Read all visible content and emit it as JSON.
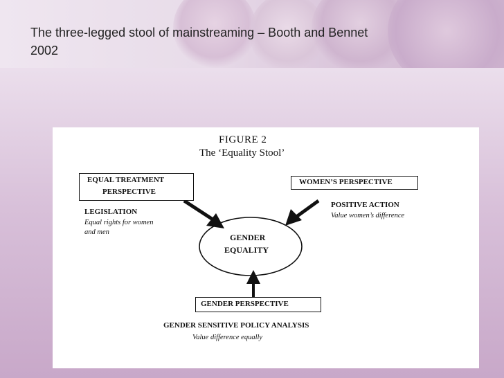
{
  "slide": {
    "title": "The three-legged stool of mainstreaming – Booth and Bennet 2002"
  },
  "figure": {
    "heading": "FIGURE 2",
    "subtitle": "The ‘Equality Stool’",
    "center": {
      "line1": "GENDER",
      "line2": "EQUALITY"
    },
    "left_box": {
      "line1": "EQUAL TREATMENT",
      "line2": "PERSPECTIVE",
      "label": "LEGISLATION",
      "desc_line1": "Equal rights for women",
      "desc_line2": "and men"
    },
    "right_box": {
      "text": "WOMEN’S PERSPECTIVE",
      "label": "POSITIVE ACTION",
      "desc": "Value women’s difference"
    },
    "bottom_box": {
      "text": "GENDER PERSPECTIVE",
      "label": "GENDER SENSITIVE POLICY ANALYSIS",
      "desc": "Value difference equally"
    }
  },
  "colors": {
    "background_top": "#f4eef5",
    "background_bottom": "#c8a8c9",
    "ink": "#111111"
  },
  "icons": [
    "arrow-icon"
  ]
}
